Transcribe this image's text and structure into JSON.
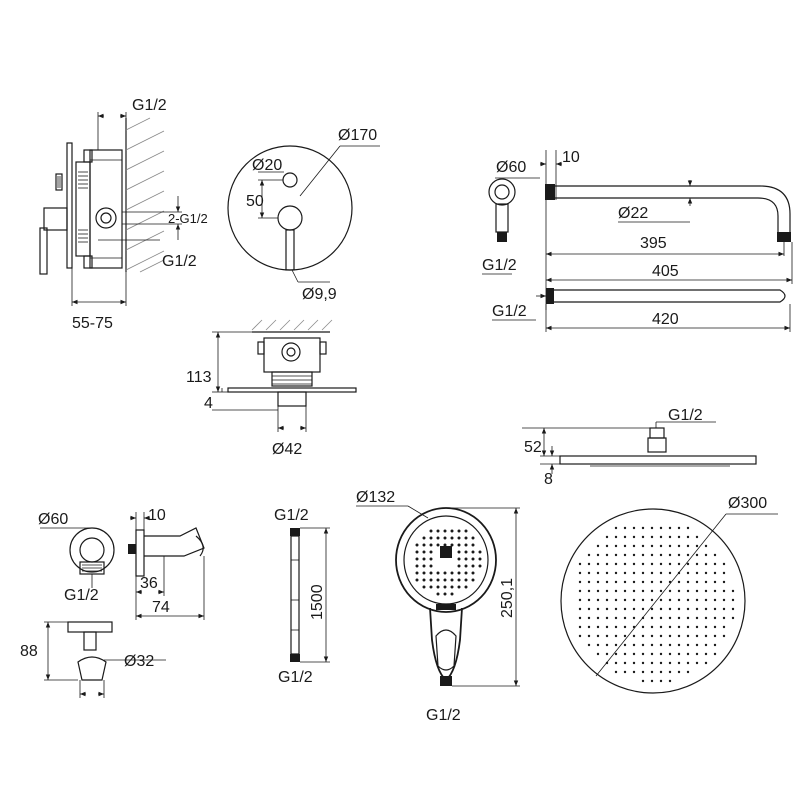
{
  "mixer": {
    "g_top": "G1/2",
    "g_side": "2-G1/2",
    "g_bottom": "G1/2",
    "depth": "55-75"
  },
  "plate": {
    "dia": "Ø170",
    "knob_dia": "Ø20",
    "offset": "50",
    "lever_dia": "Ø9,9"
  },
  "valve_body": {
    "height": "113",
    "plate_thickness": "4",
    "dia": "Ø42"
  },
  "wall_arm": {
    "flange_dia": "Ø60",
    "wall": "10",
    "tube_dia": "Ø22",
    "reach": "395",
    "total": "405",
    "thread": "G1/2"
  },
  "straight_arm": {
    "thread": "G1/2",
    "length": "420"
  },
  "rain_head_side": {
    "thread": "G1/2",
    "height": "52",
    "thickness": "8"
  },
  "rain_head": {
    "dia": "Ø300"
  },
  "outlet": {
    "flange_dia": "Ø60",
    "thread": "G1/2",
    "wall": "10",
    "depth": "36",
    "length": "74",
    "holder_height": "88",
    "holder_dia": "Ø32"
  },
  "hose": {
    "top": "G1/2",
    "length": "1500",
    "bottom": "G1/2"
  },
  "hand_shower": {
    "dia": "Ø132",
    "length": "250,1",
    "thread": "G1/2"
  }
}
